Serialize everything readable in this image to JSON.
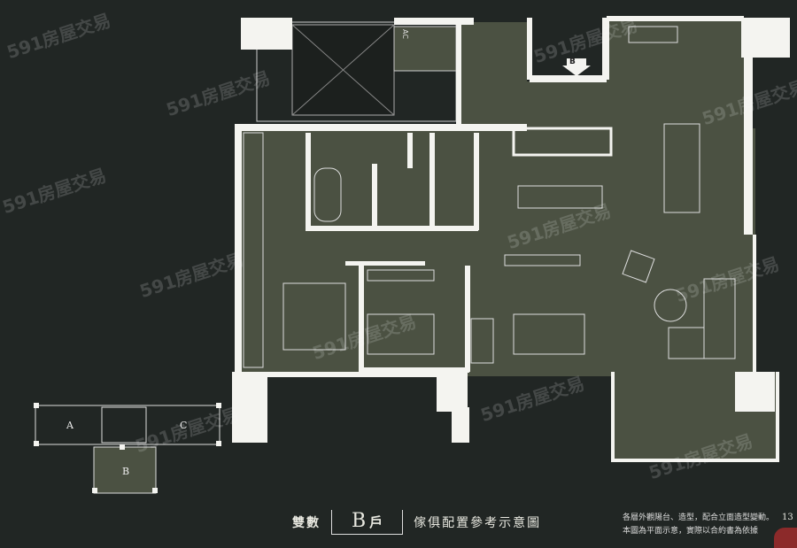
{
  "watermark": "591房屋交易",
  "caption": {
    "prefix": "雙數",
    "unit": "B",
    "unit_suffix": "戶",
    "title": "傢俱配置參考示意圖"
  },
  "notes": [
    "各層外觀陽台、造型，配合立面造型變動。",
    "本圖為平面示意，實際以合約書為依據"
  ],
  "page_number": "13",
  "plan_labels": {
    "entrance": "B",
    "ac": "AC"
  },
  "key_plan": {
    "units": [
      "A",
      "B",
      "C"
    ],
    "highlighted": "B"
  },
  "colors": {
    "background": "#212624",
    "floor": "#4b5142",
    "wall": "#f4f4f0"
  }
}
